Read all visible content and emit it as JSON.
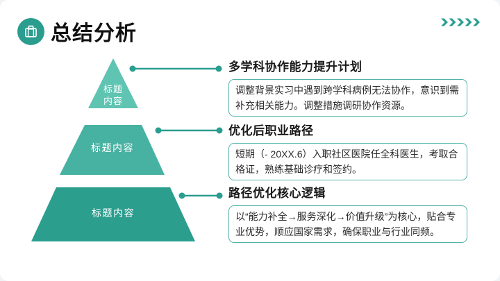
{
  "slide": {
    "title": "总结分析",
    "colors": {
      "teal_dark": "#2a9d8f",
      "teal_mid": "#48b2a2",
      "teal_light": "#5fc4b2",
      "box_border": "#4fb3a8"
    },
    "decor": {
      "chevrons_icon": "chevrons-right-icon",
      "chevron_count": 5,
      "title_icon": "briefcase-icon"
    }
  },
  "pyramid": {
    "tiers": [
      {
        "line1": "标题",
        "line2": "内容"
      },
      {
        "label": "标题内容"
      },
      {
        "label": "标题内容"
      }
    ]
  },
  "sections": [
    {
      "title": "多学科协作能力提升计划",
      "body": "调整背景实习中遇到跨学科病例无法协作，意识到需补充相关能力。调整措施调研协作资源。"
    },
    {
      "title": "优化后职业路径",
      "body": "短期（- 20XX.6）入职社区医院任全科医生，考取合格证，熟练基础诊疗和签约。"
    },
    {
      "title": "路径优化核心逻辑",
      "body": "以“能力补全→服务深化→价值升级”为核心，贴合专业优势，顺应国家需求，确保职业与行业同频。"
    }
  ]
}
